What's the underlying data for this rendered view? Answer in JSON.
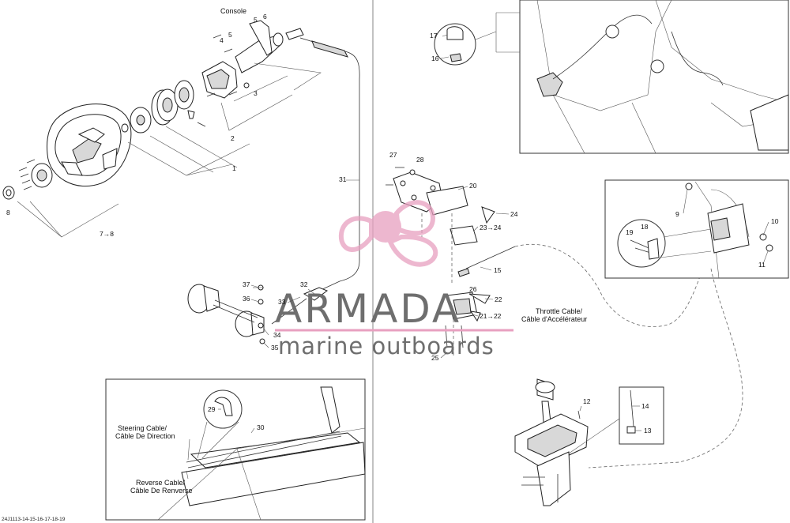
{
  "labels": {
    "console": "Console",
    "steering_cable_en": "Steering Cable/",
    "steering_cable_fr": "Câble De Direction",
    "reverse_cable_en": "Reverse Cable/",
    "reverse_cable_fr": "Câble De Renverse",
    "throttle_cable_en": "Throttle Cable/",
    "throttle_cable_fr": "Câble d'Accélérateur",
    "doc_code": "24J1113-14-15-16-17-18-19"
  },
  "callouts": [
    "1",
    "2",
    "3",
    "4",
    "5",
    "6",
    "7→8",
    "8",
    "9",
    "10",
    "11",
    "12",
    "13",
    "14",
    "15",
    "16",
    "17",
    "18",
    "19",
    "20",
    "21→22",
    "22",
    "23→24",
    "24",
    "25",
    "26",
    "27",
    "28",
    "29",
    "30",
    "31",
    "32",
    "33",
    "34",
    "35",
    "36",
    "37"
  ],
  "watermark": {
    "brand": "ARMADA",
    "tagline": "marine outboards",
    "brand_color": "#e8a0c0"
  },
  "colors": {
    "line": "#222222",
    "background": "#ffffff",
    "watermark_pink": "#e8a0c0",
    "watermark_gray": "#6e6e6e"
  }
}
